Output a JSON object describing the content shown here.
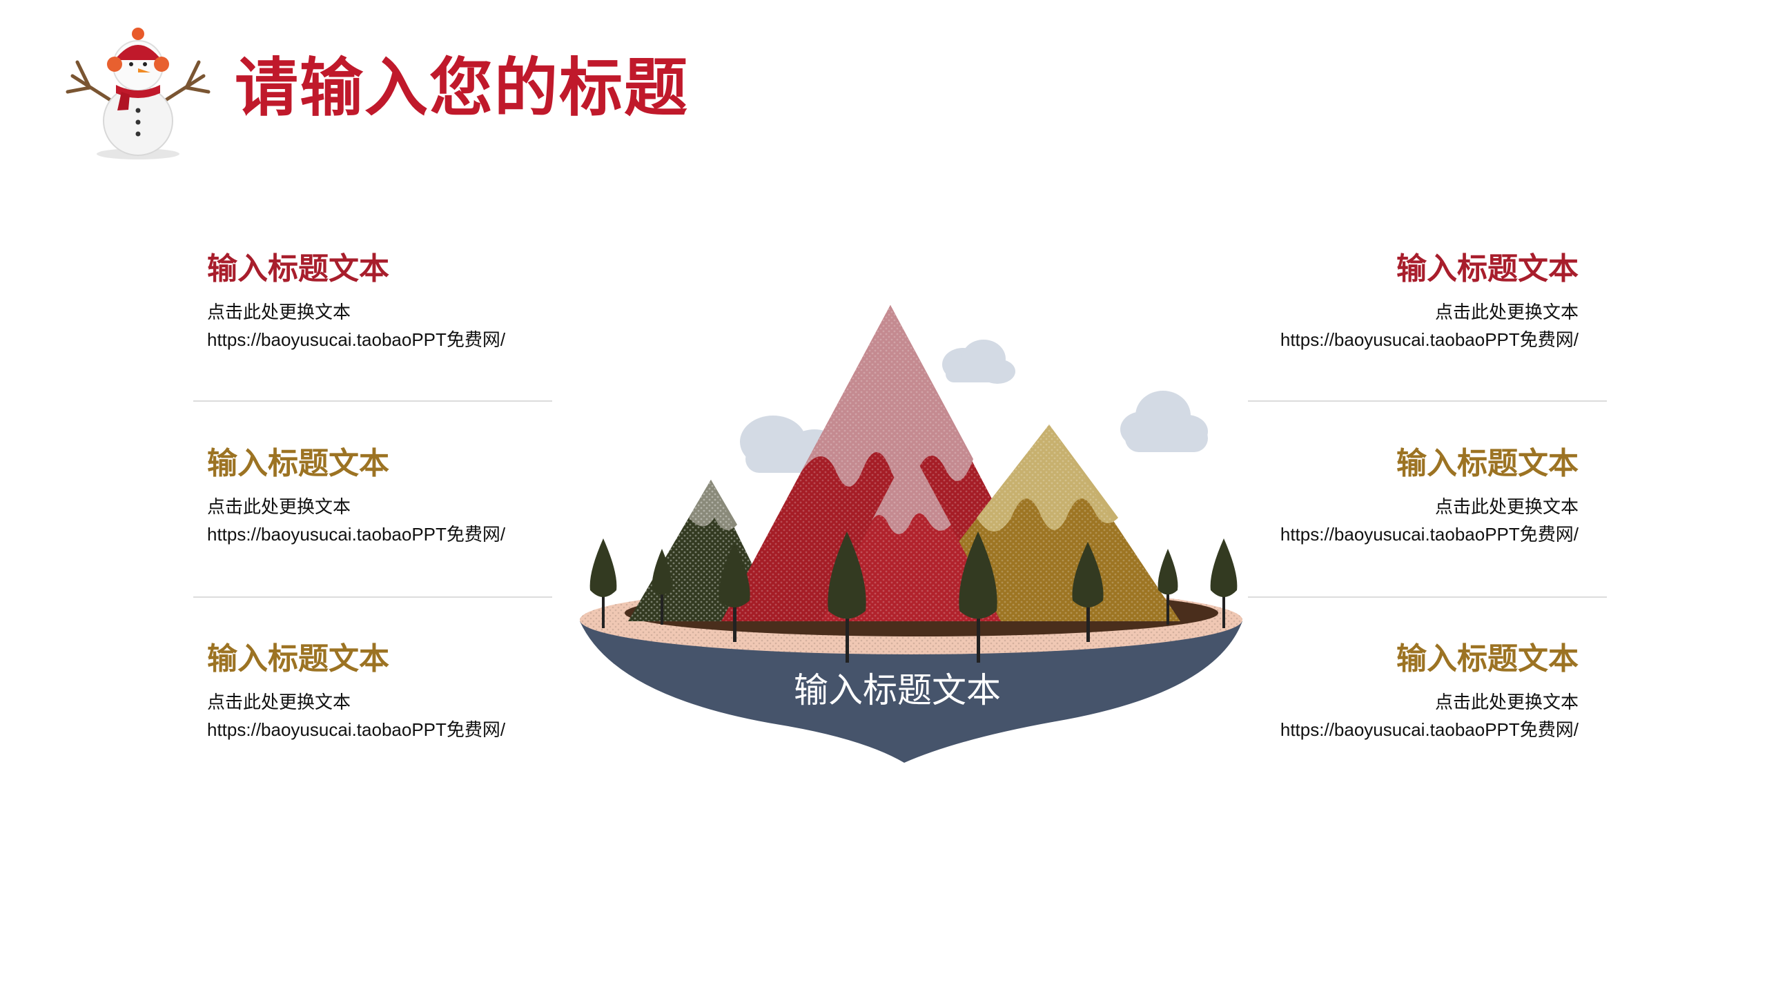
{
  "header": {
    "title": "请输入您的标题",
    "logo_icon": "snowman-icon"
  },
  "colors": {
    "title_red": "#c0192b",
    "heading_red": "#a81e2c",
    "heading_gold": "#9c7323",
    "island_blue": "#46546b",
    "mountain_red": "#a51d26",
    "mountain_gold": "#9d7523",
    "mountain_green": "#333a21"
  },
  "left_items": [
    {
      "title": "输入标题文本",
      "line1": "点击此处更换文本",
      "line2": "https://baoyusucai.taobaoPPT免费网/"
    },
    {
      "title": "输入标题文本",
      "line1": "点击此处更换文本",
      "line2": "https://baoyusucai.taobaoPPT免费网/"
    },
    {
      "title": "输入标题文本",
      "line1": "点击此处更换文本",
      "line2": "https://baoyusucai.taobaoPPT免费网/"
    }
  ],
  "right_items": [
    {
      "title": "输入标题文本",
      "line1": "点击此处更换文本",
      "line2": "https://baoyusucai.taobaoPPT免费网/"
    },
    {
      "title": "输入标题文本",
      "line1": "点击此处更换文本",
      "line2": "https://baoyusucai.taobaoPPT免费网/"
    },
    {
      "title": "输入标题文本",
      "line1": "点击此处更换文本",
      "line2": "https://baoyusucai.taobaoPPT免费网/"
    }
  ],
  "center": {
    "label": "输入标题文本",
    "illustration_icon": "mountain-island-icon"
  }
}
